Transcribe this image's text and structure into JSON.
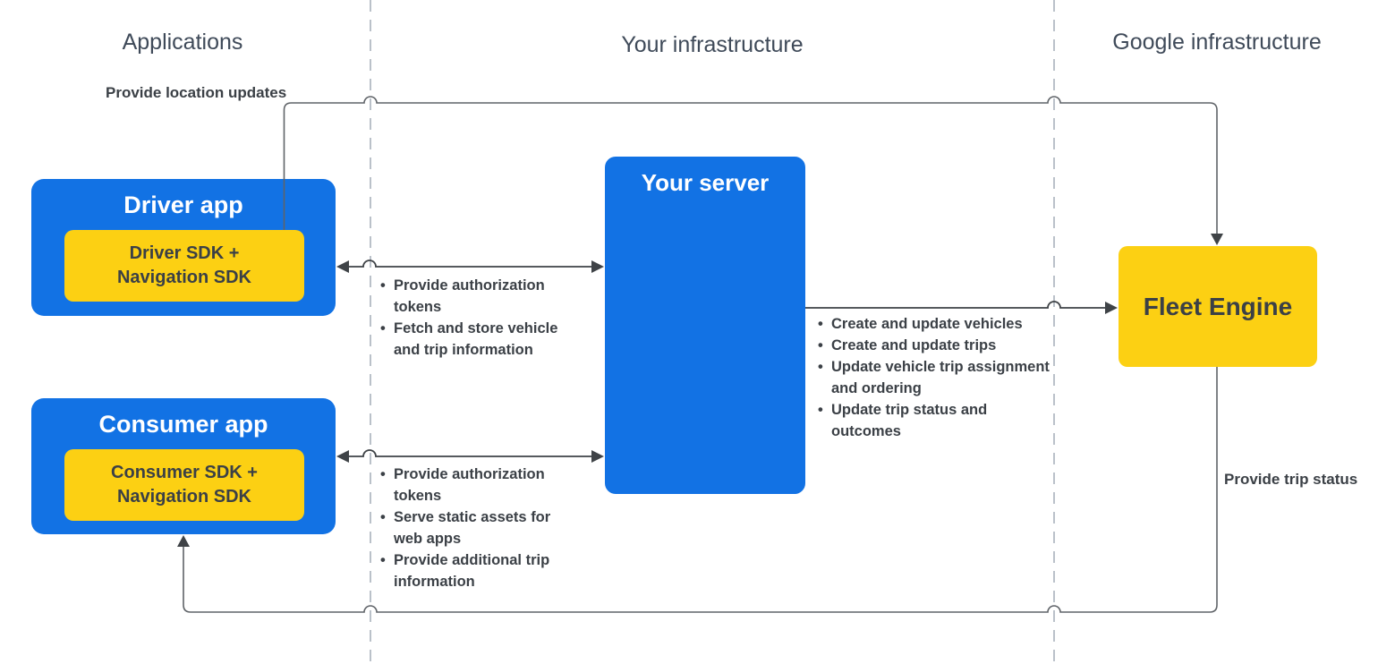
{
  "lanes": {
    "applications": "Applications",
    "your_infrastructure": "Your infrastructure",
    "google_infrastructure": "Google infrastructure"
  },
  "boxes": {
    "driver_app": {
      "title": "Driver app",
      "sdk": "Driver SDK + Navigation SDK"
    },
    "consumer_app": {
      "title": "Consumer app",
      "sdk": "Consumer SDK + Navigation SDK"
    },
    "your_server": {
      "title": "Your server"
    },
    "fleet_engine": {
      "title": "Fleet Engine"
    }
  },
  "edges": {
    "location_updates": {
      "label": "Provide location updates"
    },
    "trip_status": {
      "label": "Provide trip status"
    },
    "driver_server": {
      "bullets": [
        "Provide authorization tokens",
        "Fetch and store vehicle and trip information"
      ]
    },
    "consumer_server": {
      "bullets": [
        "Provide authorization tokens",
        "Serve static assets for web apps",
        "Provide additional trip information"
      ]
    },
    "server_fleet": {
      "bullets": [
        "Create and update vehicles",
        "Create and update trips",
        "Update vehicle trip assignment and ordering",
        "Update trip status and outcomes"
      ]
    }
  },
  "colors": {
    "blue": "#1272e4",
    "yellow": "#fcd013",
    "line": "#5f6368",
    "arrow": "#3f4347",
    "dashed": "#bac1c9",
    "heading": "#3f4a59",
    "text_dark": "#3b4046"
  }
}
